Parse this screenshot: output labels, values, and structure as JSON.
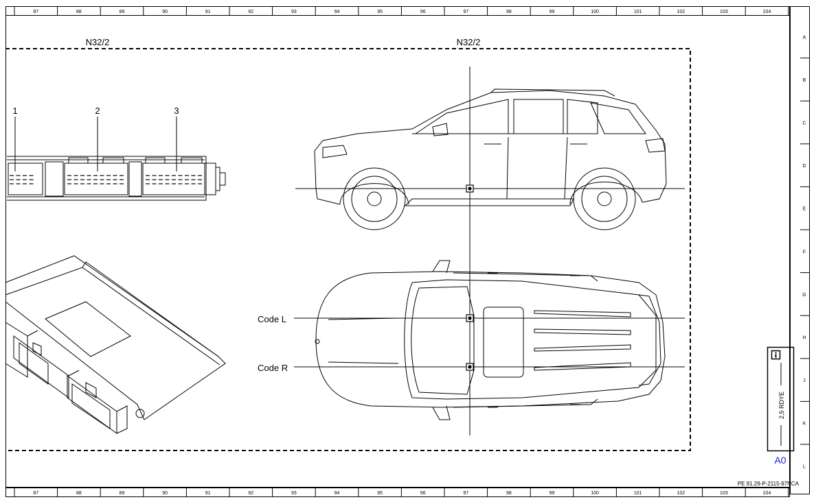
{
  "grid": {
    "columns": [
      "87",
      "88",
      "89",
      "90",
      "91",
      "92",
      "93",
      "94",
      "95",
      "96",
      "97",
      "98",
      "99",
      "100",
      "101",
      "102",
      "103",
      "104"
    ],
    "rows": [
      "A",
      "B",
      "C",
      "D",
      "E",
      "F",
      "G",
      "H",
      "J",
      "K",
      "L"
    ]
  },
  "component": {
    "label_left": "N32/2",
    "label_right": "N32/2",
    "connectors": [
      "1",
      "2",
      "3"
    ]
  },
  "codes": {
    "left": "Code L",
    "right": "Code R"
  },
  "legend": {
    "info_icon": "info-icon",
    "wire": "2,5 RDYE",
    "location": "A0",
    "location_color": "#1a1ae6"
  },
  "reference": "PE 91.29-P-2115-97NCA"
}
